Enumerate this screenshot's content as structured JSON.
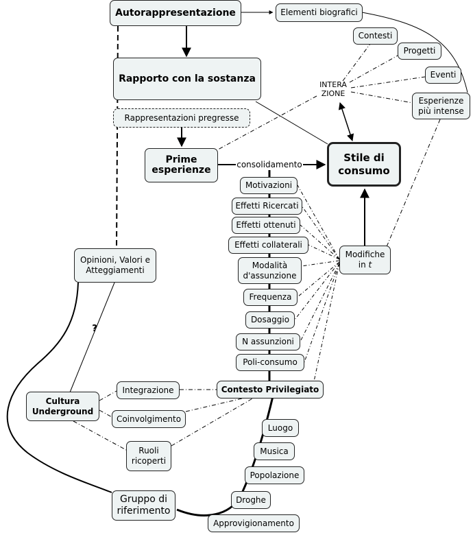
{
  "nodes": {
    "autorappresentazione": "Autorappresentazione",
    "elementi_biografici": "Elementi biografici",
    "contesti": "Contesti",
    "progetti": "Progetti",
    "eventi": "Eventi",
    "esperienze_intense": "Esperienze\npiù intense",
    "rapporto_sostanza": "Rapporto con la sostanza",
    "rappresentazioni_pregresse": "Rappresentazioni pregresse",
    "prime_esperienze": "Prime\nesperienze",
    "stile_consumo": "Stile di\nconsumo",
    "motivazioni": "Motivazioni",
    "effetti_ricercati": "Effetti Ricercati",
    "effetti_ottenuti": "Effetti ottenuti",
    "effetti_collaterali": "Effetti collaterali",
    "modalita_assunzione": "Modalità\nd'assunzione",
    "frequenza": "Frequenza",
    "dosaggio": "Dosaggio",
    "n_assunzioni": "N assunzioni",
    "poli_consumo": "Poli-consumo",
    "modifiche_pre": "Modifiche\nin ",
    "modifiche_t": "t",
    "opinioni": "Opinioni, Valori e\nAtteggiamenti",
    "cultura_underground": "Cultura\nUnderground",
    "integrazione": "Integrazione",
    "coinvolgimento": "Coinvolgimento",
    "ruoli_ricoperti": "Ruoli\nricoperti",
    "contesto_privilegiato": "Contesto Privilegiato",
    "luogo": "Luogo",
    "musica": "Musica",
    "popolazione": "Popolazione",
    "droghe": "Droghe",
    "approvvigionamento": "Approvigionamento",
    "gruppo_riferimento": "Gruppo di\nriferimento"
  },
  "labels": {
    "interazione": "INTERA\nZIONE",
    "consolidamento": "consolidamento",
    "question": "?"
  },
  "colors": {
    "node_fill": "#eef3f3",
    "line": "#000000"
  }
}
